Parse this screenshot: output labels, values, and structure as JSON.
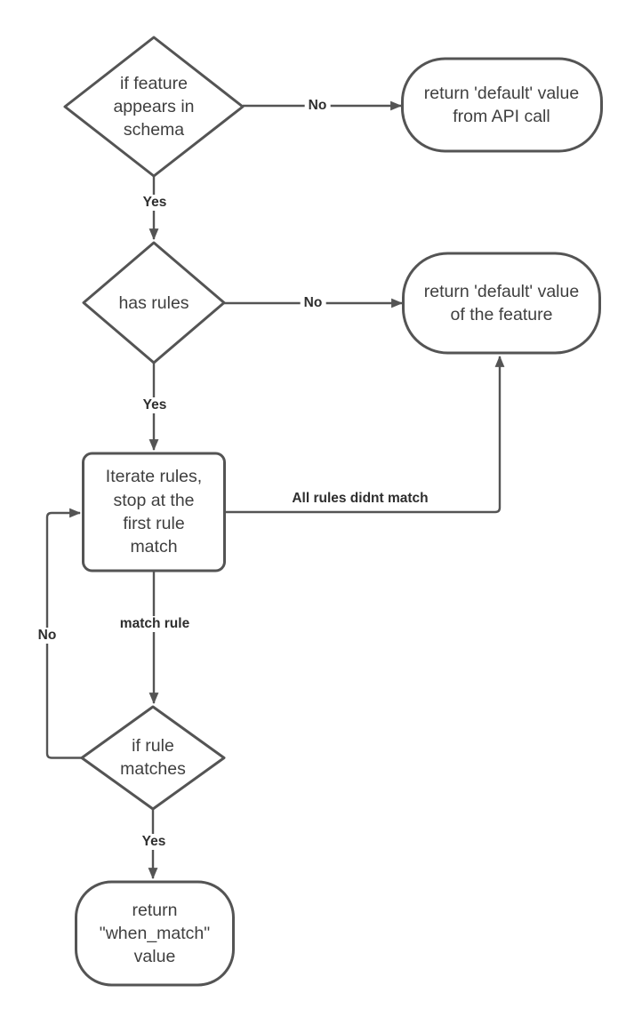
{
  "diagram": {
    "type": "flowchart",
    "background_color": "#ffffff",
    "stroke_color": "#545454",
    "node_text_color": "#3f3f3f",
    "edge_label_color": "#2e2e2e",
    "nodes": [
      {
        "id": "feature-in-schema",
        "type": "decision",
        "label": "if feature\nappears in\nschema"
      },
      {
        "id": "return-default-api",
        "type": "terminator",
        "label": "return 'default' value\nfrom API call"
      },
      {
        "id": "has-rules",
        "type": "decision",
        "label": "has rules"
      },
      {
        "id": "return-default-feature",
        "type": "terminator",
        "label": "return 'default' value\nof the feature"
      },
      {
        "id": "iterate-rules",
        "type": "process",
        "label": "Iterate rules,\nstop at the\nfirst rule\nmatch"
      },
      {
        "id": "rule-matches",
        "type": "decision",
        "label": "if rule\nmatches"
      },
      {
        "id": "return-when-match",
        "type": "terminator",
        "label": "return\n\"when_match\"\nvalue"
      }
    ],
    "edges": [
      {
        "from": "feature-in-schema",
        "to": "return-default-api",
        "label": "No"
      },
      {
        "from": "feature-in-schema",
        "to": "has-rules",
        "label": "Yes"
      },
      {
        "from": "has-rules",
        "to": "return-default-feature",
        "label": "No"
      },
      {
        "from": "has-rules",
        "to": "iterate-rules",
        "label": "Yes"
      },
      {
        "from": "iterate-rules",
        "to": "return-default-feature",
        "label": "All rules didnt match"
      },
      {
        "from": "iterate-rules",
        "to": "rule-matches",
        "label": "match rule"
      },
      {
        "from": "rule-matches",
        "to": "iterate-rules",
        "label": "No"
      },
      {
        "from": "rule-matches",
        "to": "return-when-match",
        "label": "Yes"
      }
    ]
  }
}
